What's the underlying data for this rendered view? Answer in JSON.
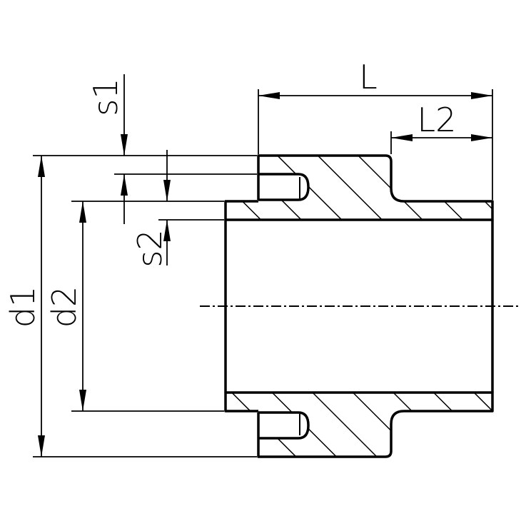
{
  "labels": {
    "L": "L",
    "L2": "L2",
    "s1": "s1",
    "s2": "s2",
    "d1": "d1",
    "d2": "d2"
  },
  "colors": {
    "line": "#000000",
    "background": "#ffffff"
  }
}
